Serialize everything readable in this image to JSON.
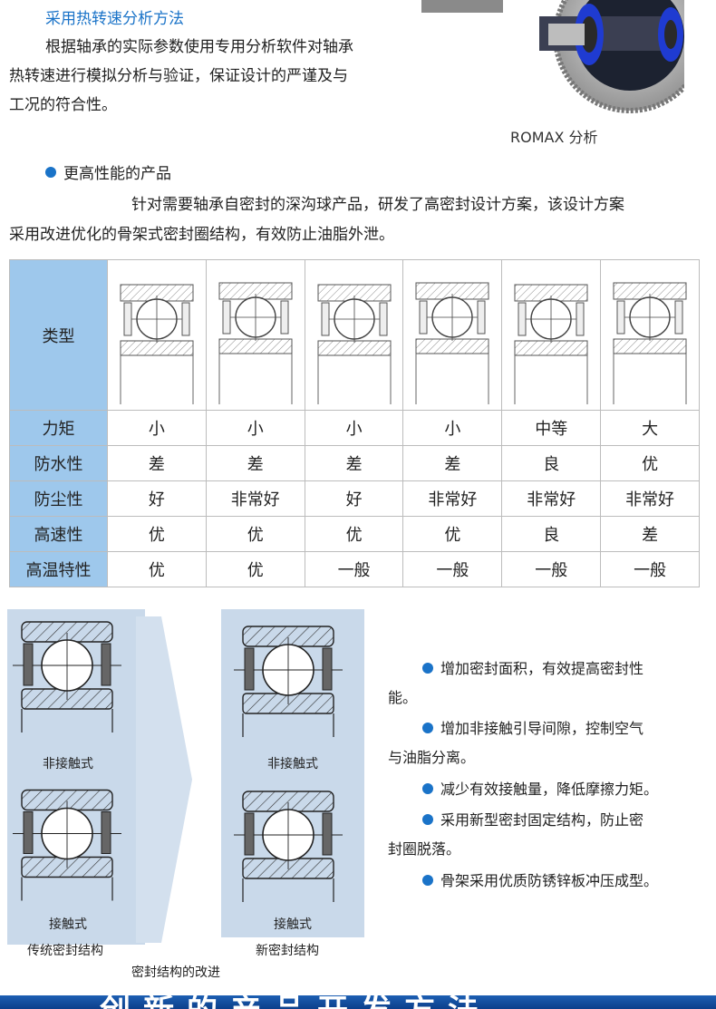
{
  "section1": {
    "title": "采用热转速分析方法",
    "body": [
      "根据轴承的实际参数使用专用分析软件对轴承",
      "热转速进行模拟分析与验证，保证设计的严谨及与",
      "工况的符合性。"
    ]
  },
  "gear_caption": "ROMAX 分析",
  "section2": {
    "heading": "更高性能的产品",
    "body": [
      "针对需要轴承自密封的深沟球产品，研发了高密封设计方案，该设计方案",
      "采用改进优化的骨架式密封圈结构，有效防止油脂外泄。"
    ]
  },
  "table": {
    "type_label": "类型",
    "rows": [
      {
        "label": "力矩",
        "cells": [
          "小",
          "小",
          "小",
          "小",
          "中等",
          "大"
        ]
      },
      {
        "label": "防水性",
        "cells": [
          "差",
          "差",
          "差",
          "差",
          "良",
          "优"
        ]
      },
      {
        "label": "防尘性",
        "cells": [
          "好",
          "非常好",
          "好",
          "非常好",
          "非常好",
          "非常好"
        ]
      },
      {
        "label": "高速性",
        "cells": [
          "优",
          "优",
          "优",
          "优",
          "良",
          "差"
        ]
      },
      {
        "label": "高温特性",
        "cells": [
          "优",
          "优",
          "一般",
          "一般",
          "一般",
          "一般"
        ]
      }
    ]
  },
  "seal_improvement": {
    "old_noncontact": "非接触式",
    "old_contact": "接触式",
    "old_caption": "传统密封结构",
    "new_noncontact": "非接触式",
    "new_contact": "接触式",
    "new_caption": "新密封结构",
    "figure_caption": "密封结构的改进"
  },
  "features": [
    [
      "增加密封面积，有效提高密封性",
      "能。"
    ],
    [
      "增加非接触引导间隙，控制空气",
      "与油脂分离。"
    ],
    [
      "减少有效接触量，降低摩擦力矩。"
    ],
    [
      "采用新型密封固定结构，防止密",
      "封圈脱落。"
    ],
    [
      "骨架采用优质防锈锌板冲压成型。"
    ]
  ],
  "banner_text": "创新的产品开发方法",
  "colors": {
    "accent": "#1a73c8",
    "table_header": "#9ec8ec",
    "panel": "#c9d9ea",
    "banner": "#0c3f8a"
  }
}
